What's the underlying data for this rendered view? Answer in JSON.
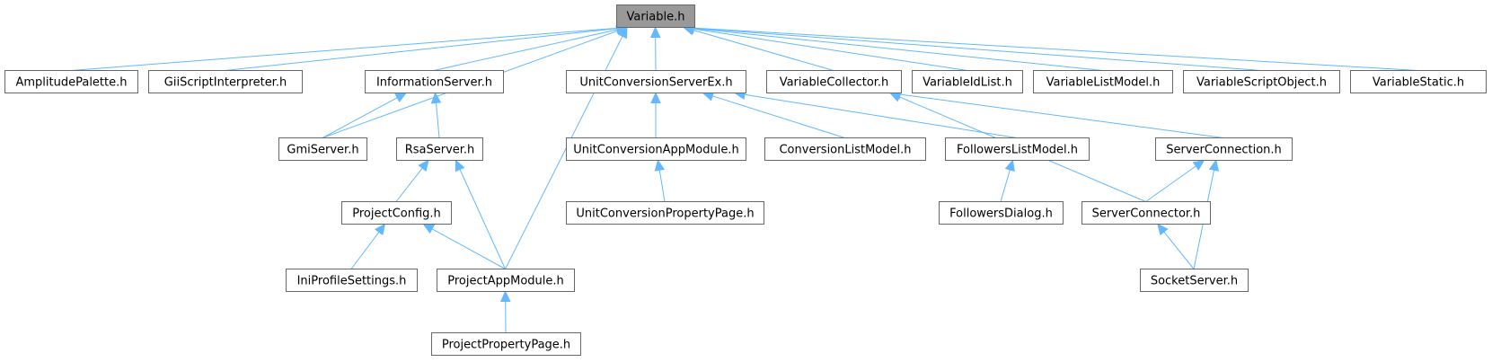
{
  "diagram": {
    "nodes": [
      {
        "id": "variable_h",
        "label": "Variable.h",
        "root": true
      },
      {
        "id": "amplitudepalette_h",
        "label": "AmplitudePalette.h"
      },
      {
        "id": "giiscriptinterpreter_h",
        "label": "GiiScriptInterpreter.h"
      },
      {
        "id": "informationserver_h",
        "label": "InformationServer.h"
      },
      {
        "id": "unitconversionserverex_h",
        "label": "UnitConversionServerEx.h"
      },
      {
        "id": "variablecollector_h",
        "label": "VariableCollector.h"
      },
      {
        "id": "variableidlist_h",
        "label": "VariableIdList.h"
      },
      {
        "id": "variablelistmodel_h",
        "label": "VariableListModel.h"
      },
      {
        "id": "variablescriptobject_h",
        "label": "VariableScriptObject.h"
      },
      {
        "id": "variablestatic_h",
        "label": "VariableStatic.h"
      },
      {
        "id": "gmiserver_h",
        "label": "GmiServer.h"
      },
      {
        "id": "rsaserver_h",
        "label": "RsaServer.h"
      },
      {
        "id": "unitconversionappmodule_h",
        "label": "UnitConversionAppModule.h"
      },
      {
        "id": "conversionlistmodel_h",
        "label": "ConversionListModel.h"
      },
      {
        "id": "followerslistmodel_h",
        "label": "FollowersListModel.h"
      },
      {
        "id": "serverconnection_h",
        "label": "ServerConnection.h"
      },
      {
        "id": "projectconfig_h",
        "label": "ProjectConfig.h"
      },
      {
        "id": "unitconversionpropertypage_h",
        "label": "UnitConversionPropertyPage.h"
      },
      {
        "id": "followersdialog_h",
        "label": "FollowersDialog.h"
      },
      {
        "id": "serverconnector_h",
        "label": "ServerConnector.h"
      },
      {
        "id": "iniprofilesettings_h",
        "label": "IniProfileSettings.h"
      },
      {
        "id": "projectappmodule_h",
        "label": "ProjectAppModule.h"
      },
      {
        "id": "socketserver_h",
        "label": "SocketServer.h"
      },
      {
        "id": "projectpropertypage_h",
        "label": "ProjectPropertyPage.h"
      }
    ],
    "edges": [
      {
        "from": "amplitudepalette_h",
        "to": "variable_h"
      },
      {
        "from": "giiscriptinterpreter_h",
        "to": "variable_h"
      },
      {
        "from": "informationserver_h",
        "to": "variable_h"
      },
      {
        "from": "unitconversionserverex_h",
        "to": "variable_h"
      },
      {
        "from": "variablecollector_h",
        "to": "variable_h"
      },
      {
        "from": "variableidlist_h",
        "to": "variable_h"
      },
      {
        "from": "variablelistmodel_h",
        "to": "variable_h"
      },
      {
        "from": "variablescriptobject_h",
        "to": "variable_h"
      },
      {
        "from": "variablestatic_h",
        "to": "variable_h"
      },
      {
        "from": "gmiserver_h",
        "to": "variable_h"
      },
      {
        "from": "projectappmodule_h",
        "to": "variable_h"
      },
      {
        "from": "gmiserver_h",
        "to": "informationserver_h"
      },
      {
        "from": "rsaserver_h",
        "to": "informationserver_h"
      },
      {
        "from": "projectconfig_h",
        "to": "rsaserver_h"
      },
      {
        "from": "projectappmodule_h",
        "to": "rsaserver_h"
      },
      {
        "from": "iniprofilesettings_h",
        "to": "projectconfig_h"
      },
      {
        "from": "projectappmodule_h",
        "to": "projectconfig_h"
      },
      {
        "from": "projectpropertypage_h",
        "to": "projectappmodule_h"
      },
      {
        "from": "unitconversionappmodule_h",
        "to": "unitconversionserverex_h"
      },
      {
        "from": "conversionlistmodel_h",
        "to": "unitconversionserverex_h"
      },
      {
        "from": "followerslistmodel_h",
        "to": "unitconversionserverex_h"
      },
      {
        "from": "unitconversionpropertypage_h",
        "to": "unitconversionappmodule_h"
      },
      {
        "from": "followersdialog_h",
        "to": "followerslistmodel_h"
      },
      {
        "from": "serverconnection_h",
        "to": "variablecollector_h"
      },
      {
        "from": "serverconnector_h",
        "to": "variablecollector_h"
      },
      {
        "from": "serverconnector_h",
        "to": "serverconnection_h"
      },
      {
        "from": "socketserver_h",
        "to": "serverconnection_h"
      },
      {
        "from": "socketserver_h",
        "to": "serverconnector_h"
      }
    ],
    "colors": {
      "edge": "#63b8ff",
      "node_border": "#666666",
      "root_fill": "#999999",
      "node_fill": "#ffffff"
    }
  }
}
